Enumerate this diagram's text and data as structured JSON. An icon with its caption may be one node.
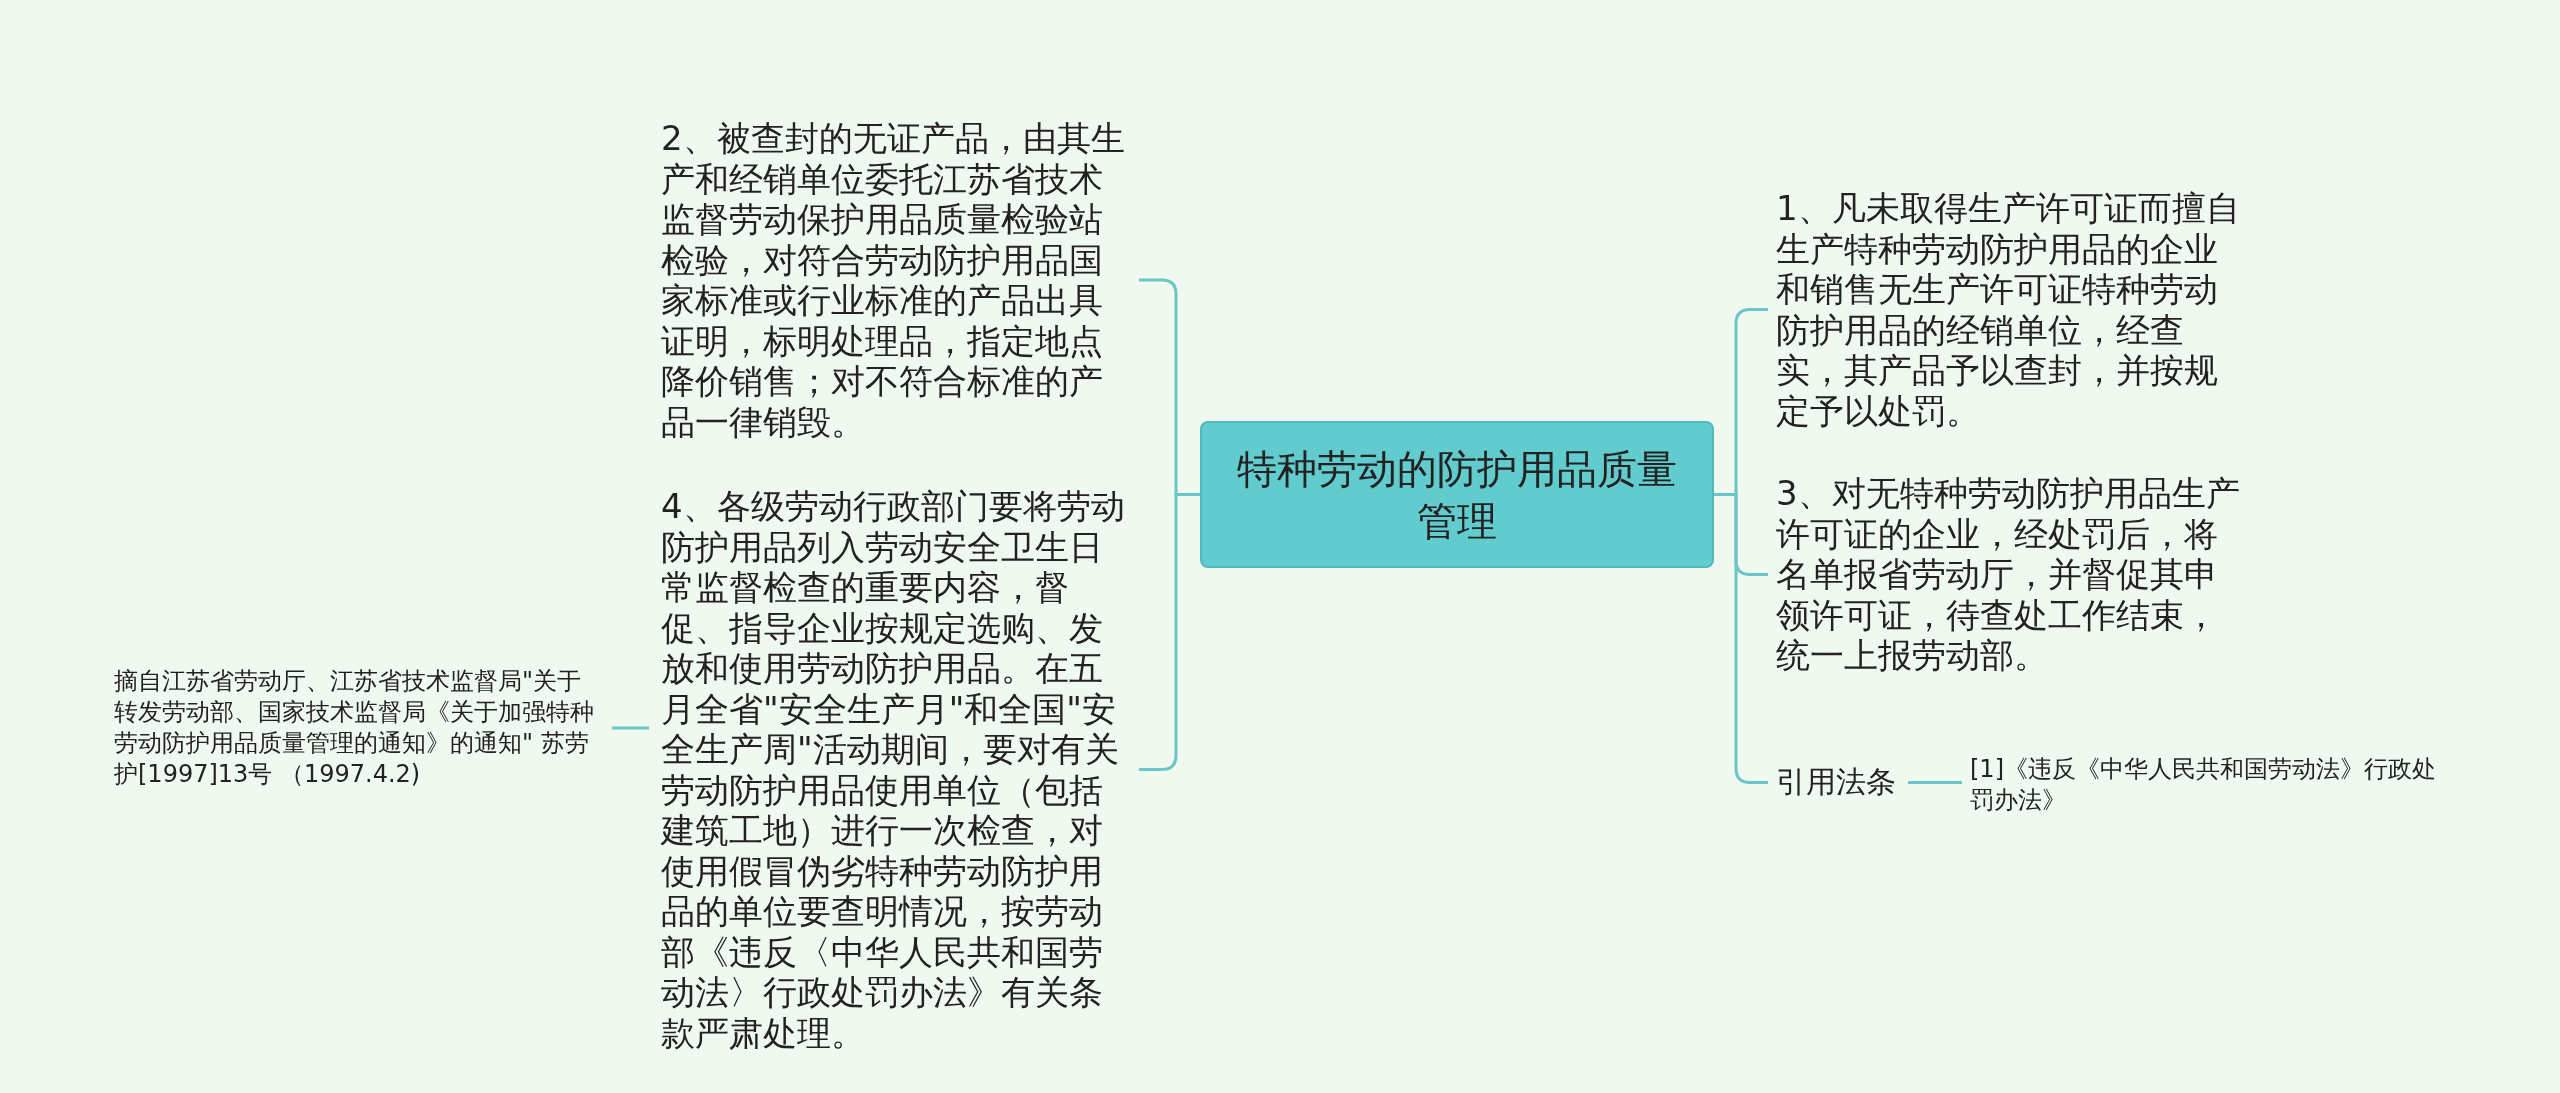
{
  "diagram": {
    "nodes": [
      {
        "text": [
          "特种劳动的防护用品质量管理"
        ]
      },
      {
        "text": [
          "2、被查封的无证产品，由其生产和经销单位委托江苏省技术监督劳动保护用品质量检验站检验，对符合劳动防护用品国家标准或行业标准的产品出具证明，标明处理品，指定地点降价销售；对不符合标准的产品一律销毁。"
        ]
      },
      {
        "text": [
          "4、各级劳动行政部门要将劳动防护用品列入劳动安全卫生日常监督检查的重要内容，督促、指导企业按规定选购、发放和使用劳动防护用品。在五月全省\"安全生产月\"和全国\"安全生产周\"活动期间，要对有关劳动防护用品使用单位（包括建筑工地）进行一次检查，对使用假冒伪劣特种劳动防护用品的单位要查明情况，按劳动部《违反〈中华人民共和国劳动法〉行政处罚办法》有关条款严肃处理。"
        ]
      },
      {
        "text": [
          "摘自江苏省劳动厅、江苏省技术监督局\"关于转发劳动部、国家技术监督局《关于加强特种劳动防护用品质量管理的通知》的通知\" 苏劳护[1997]13号 （1997.4.2)"
        ]
      },
      {
        "text": [
          "1、凡未取得生产许可证而擅自生产特种劳动防护用品的企业和销售无生产许可证特种劳动防护用品的经销单位，经查实，其产品予以查封，并按规定予以处罚。"
        ]
      },
      {
        "text": [
          "3、对无特种劳动防护用品生产许可证的企业，经处罚后，将名单报省劳动厅，并督促其申领许可证，待查处工作结束，统一上报劳动部。"
        ]
      },
      {
        "text": [
          "引用法条"
        ]
      },
      {
        "text": [
          "[1]《违反《中华人民共和国劳动法》行政处罚办法》"
        ]
      }
    ],
    "edges": [
      {
        "from": 0,
        "to": 1,
        "arrow": "none"
      },
      {
        "from": 0,
        "to": 2,
        "arrow": "none"
      },
      {
        "from": 2,
        "to": 3,
        "arrow": "none"
      },
      {
        "from": 0,
        "to": 4,
        "arrow": "none"
      },
      {
        "from": 0,
        "to": 5,
        "arrow": "none"
      },
      {
        "from": 0,
        "to": 6,
        "arrow": "none"
      },
      {
        "from": 6,
        "to": 7,
        "arrow": "none"
      }
    ]
  }
}
